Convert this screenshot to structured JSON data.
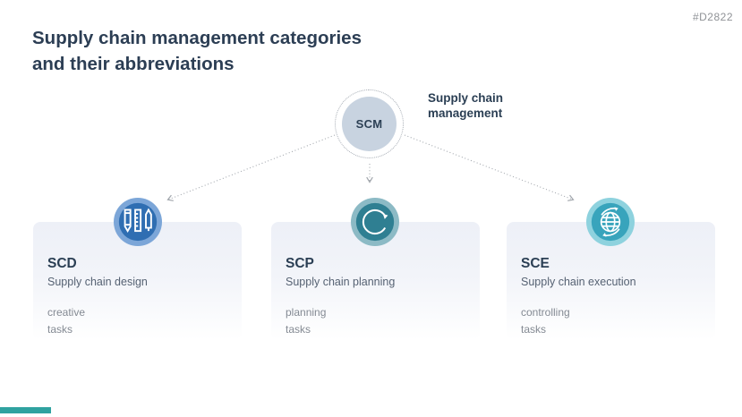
{
  "meta": {
    "slide_id": "#D2822"
  },
  "title": {
    "line1": "Supply chain management categories",
    "line2": "and their abbreviations"
  },
  "root_node": {
    "abbr": "SCM",
    "label_line1": "Supply chain",
    "label_line2": "management"
  },
  "cards": [
    {
      "abbr": "SCD",
      "name": "Supply chain design",
      "task_line1": "creative",
      "task_line2": "tasks",
      "icon": "design-tools-icon",
      "icon_inner_color": "#2f6eb2",
      "icon_ring_color": "#7ca6d8"
    },
    {
      "abbr": "SCP",
      "name": "Supply chain planning",
      "task_line1": "planning",
      "task_line2": "tasks",
      "icon": "cycle-arrow-icon",
      "icon_inner_color": "#2f7f92",
      "icon_ring_color": "#8cbac5"
    },
    {
      "abbr": "SCE",
      "name": "Supply chain execution",
      "task_line1": "controlling",
      "task_line2": "tasks",
      "icon": "globe-sync-icon",
      "icon_inner_color": "#38a4bc",
      "icon_ring_color": "#8ed2de"
    }
  ],
  "colors": {
    "title_text": "#2c3e54",
    "scm_circle_fill": "#c8d3e0",
    "connector_gray": "#a2a7ad",
    "card_background_top": "#edf0f7",
    "subtitle_text": "#566273",
    "task_text": "#848a93",
    "slide_id_text": "#8f9296",
    "accent_bar": "#2fa2a0"
  }
}
